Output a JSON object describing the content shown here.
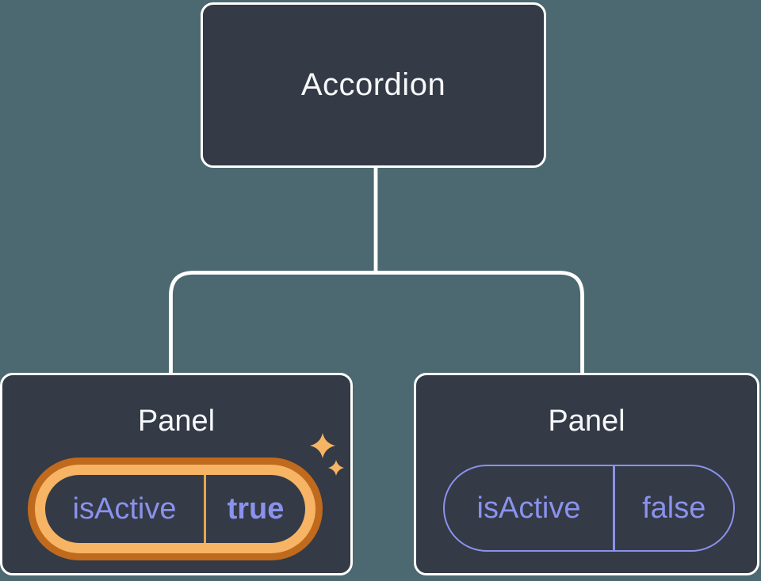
{
  "colors": {
    "bg": "#4C6870",
    "node": "#343A46",
    "line": "#FFFFFF",
    "title": "#F6F8FA",
    "purple": "#8A92EC",
    "orangeDark": "#BF6A1D",
    "orangeLight": "#F6B464",
    "dividerOrange": "#E5A64F",
    "sparkle": "#F6B565"
  },
  "diagram": {
    "root": {
      "label": "Accordion"
    },
    "panels": [
      {
        "label": "Panel",
        "state_key": "isActive",
        "state_value": "true",
        "highlighted": true
      },
      {
        "label": "Panel",
        "state_key": "isActive",
        "state_value": "false",
        "highlighted": false
      }
    ]
  }
}
